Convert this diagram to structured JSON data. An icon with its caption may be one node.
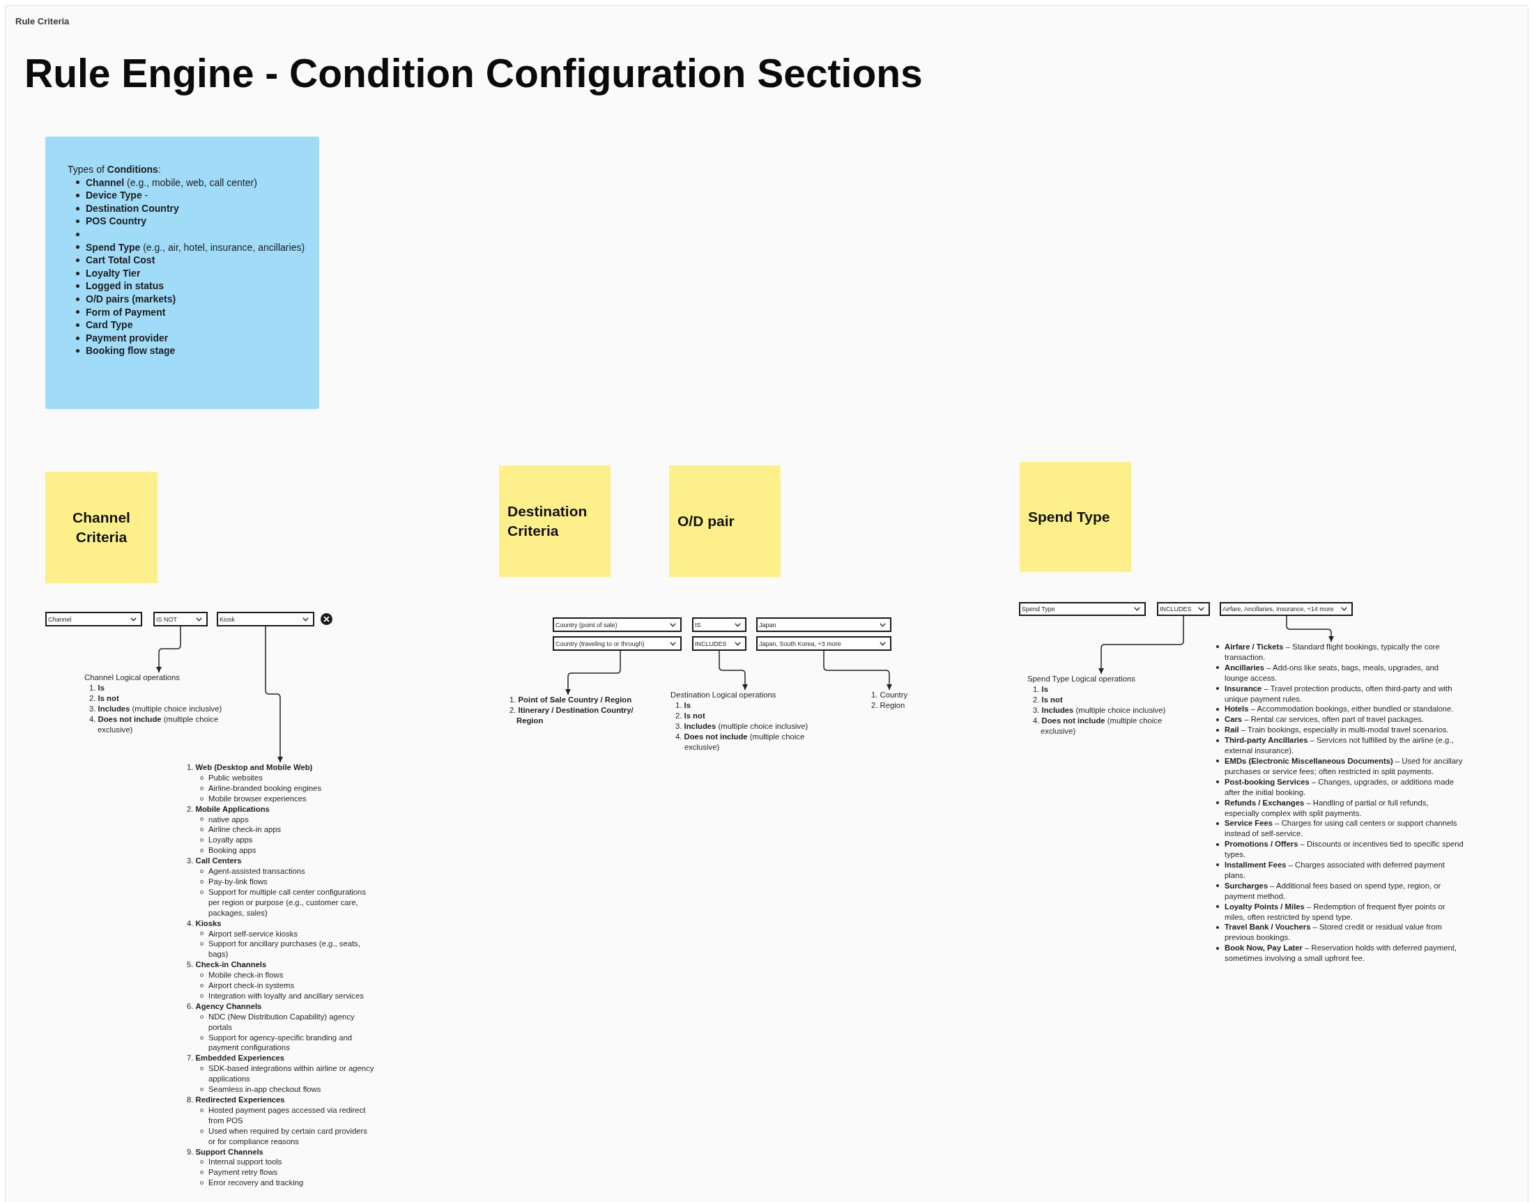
{
  "diagram": {
    "title": "Rule Engine - Condition Configuration Sections",
    "nodes": [
      {
        "text": [
          "Types of **Conditions**:",
          "**Channel** (e.g., mobile, web, call center)",
          "**Device Type** -",
          "Destination Country",
          "POS Country",
          "**Spend Type** (e.g., air, hotel, insurance, ancillaries)",
          "Cart Total Cost",
          "Loyalty Tier",
          "Logged in status",
          "O/D pairs (markets)",
          "Form of Payment",
          "Card Type",
          "Payment provider",
          "Booking flow stage"
        ]
      },
      {
        "text": [
          "Channel Criteria"
        ]
      },
      {
        "text": [
          "Destination Criteria"
        ]
      },
      {
        "text": [
          "O/D pair"
        ]
      },
      {
        "text": [
          "Spend Type"
        ]
      },
      {
        "text": [
          "Channel"
        ]
      },
      {
        "text": [
          "IS NOT"
        ]
      },
      {
        "text": [
          "Kiosk"
        ]
      },
      {
        "text": [
          "Country (point of sale)"
        ]
      },
      {
        "text": [
          "IS"
        ]
      },
      {
        "text": [
          "Japan"
        ]
      },
      {
        "text": [
          "Country (traveling to or through)"
        ]
      },
      {
        "text": [
          "INCLUDES"
        ]
      },
      {
        "text": [
          "Japan, South Korea, +3 more"
        ]
      },
      {
        "text": [
          "Spend Type"
        ]
      },
      {
        "text": [
          "INCLUDES"
        ]
      },
      {
        "text": [
          "Airfare, Ancillaries, Insurance, +14 more"
        ]
      },
      {
        "text": [
          "Channel Logical operations",
          "1. **Is**",
          "2. **Is not**",
          "3. **Includes** (multiple choice inclusive)",
          "4. **Does not include** (multiple choice exclusive)"
        ]
      },
      {
        "text": [
          "1. **Web (Desktop and Mobile Web)**",
          "Public websites",
          "Airline-branded booking engines",
          "Mobile browser experiences",
          "2. **Mobile Applications**",
          "native apps",
          "Airline check-in apps",
          "Loyalty apps",
          "Booking apps",
          "3. **Call Centers**",
          "Agent-assisted transactions",
          "Pay-by-link flows",
          "Support for multiple call center configurations per region or purpose (e.g., customer care, packages, sales)",
          "4. **Kiosks**",
          "Airport self-service kiosks",
          "Support for ancillary purchases (e.g., seats, bags)",
          "5. **Check-in Channels**",
          "Mobile check-in flows",
          "Airport check-in systems",
          "Integration with loyalty and ancillary services",
          "6. **Agency Channels**",
          "NDC (New Distribution Capability) agency portals",
          "Support for agency-specific branding and payment configurations",
          "7. **Embedded Experiences**",
          "SDK-based integrations within airline or agency applications",
          "Seamless in-app checkout flows",
          "8. **Redirected Experiences**",
          "Hosted payment pages accessed via redirect from POS",
          "Used when required by certain card providers or for compliance reasons",
          "9. **Support Channels**",
          "Internal support tools",
          "Payment retry flows",
          "Error recovery and tracking"
        ]
      },
      {
        "text": [
          "1. **Point of Sale Country / Region**",
          "2. **Itinerary / Destination Country/ Region**"
        ]
      },
      {
        "text": [
          "Destination Logical operations",
          "1. **Is**",
          "2. **Is not**",
          "3. **Includes** (multiple choice inclusive)",
          "4. **Does not include** (multiple choice exclusive)"
        ]
      },
      {
        "text": [
          "1. Country",
          "2. Region"
        ]
      },
      {
        "text": [
          "Spend Type Logical operations",
          "1. **Is**",
          "2. **Is not**",
          "3. **Includes** (multiple choice inclusive)",
          "4. **Does not include** (multiple choice exclusive)"
        ]
      },
      {
        "text": [
          "**Airfare / Tickets** – Standard flight bookings, typically the core transaction.",
          "**Ancillaries** – Add-ons like seats, bags, meals, upgrades, and lounge access.",
          "**Insurance** – Travel protection products, often third-party and with unique payment rules.",
          "**Hotels** – Accommodation bookings, either bundled or standalone.",
          "**Cars** – Rental car services, often part of travel packages.",
          "**Rail** – Train bookings, especially in multi-modal travel scenarios.",
          "**Third-party Ancillaries** – Services not fulfilled by the airline (e.g., external insurance).",
          "**EMDs (Electronic Miscellaneous Documents)** – Used for ancillary purchases or service fees; often restricted in split payments.",
          "**Post-booking Services** – Changes, upgrades, or additions made after the initial booking.",
          "**Refunds / Exchanges** – Handling of partial or full refunds, especially complex with split payments.",
          "**Service Fees** – Charges for using call centers or support channels instead of self-service.",
          "**Promotions / Offers** – Discounts or incentives tied to specific spend types.",
          "**Installment Fees** – Charges associated with deferred payment plans.",
          "**Surcharges** – Additional fees based on spend type, region, or payment method.",
          "**Loyalty Points / Miles** – Redemption of frequent flyer points or miles, often restricted by spend type.",
          "**Travel Bank / Vouchers** – Stored credit or residual value from previous bookings.",
          "**Book Now, Pay Later** – Reservation holds with deferred payment, sometimes involving a small upfront fee."
        ]
      }
    ],
    "edges": [
      {
        "from": 6,
        "to": 17,
        "arrow": "to"
      },
      {
        "from": 7,
        "to": 18,
        "arrow": "to"
      },
      {
        "from": 11,
        "to": 19,
        "arrow": "to"
      },
      {
        "from": 12,
        "to": 20,
        "arrow": "to"
      },
      {
        "from": 13,
        "to": 21,
        "arrow": "to"
      },
      {
        "from": 15,
        "to": 22,
        "arrow": "to"
      },
      {
        "from": 16,
        "to": 23,
        "arrow": "to"
      }
    ],
    "labels": [
      "Rule Criteria"
    ]
  }
}
